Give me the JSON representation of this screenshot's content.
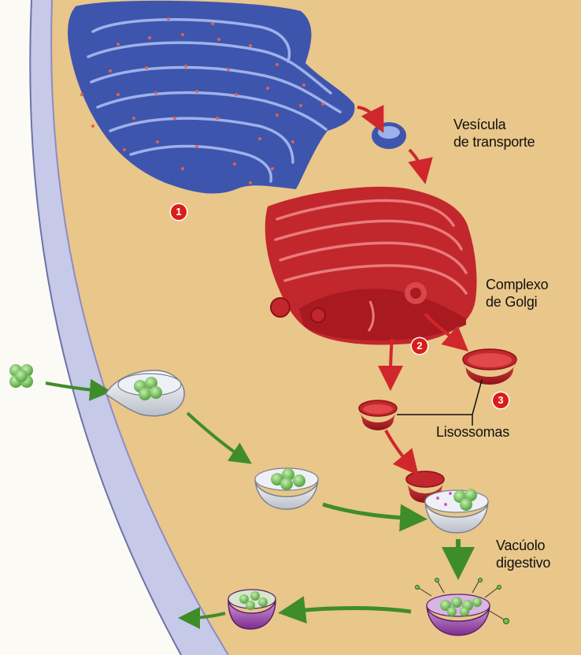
{
  "labels": {
    "vesicula_line1": "Vesícula",
    "vesicula_line2": "de transporte",
    "golgi_line1": "Complexo",
    "golgi_line2": "de Golgi",
    "lisossomas": "Lisossomas",
    "vacuolo_line1": "Vacúolo",
    "vacuolo_line2": "digestivo"
  },
  "steps": [
    "1",
    "2",
    "3"
  ],
  "colors": {
    "cytoplasm": "#e9c68a",
    "membrane": "#c7c9e8",
    "reticulum": "#3e55ae",
    "golgi": "#c2272d",
    "arrow_red": "#d0272c",
    "arrow_green": "#3f8d2a",
    "food_particle": "#6ec24d",
    "vacuole": "#a85fb5"
  }
}
